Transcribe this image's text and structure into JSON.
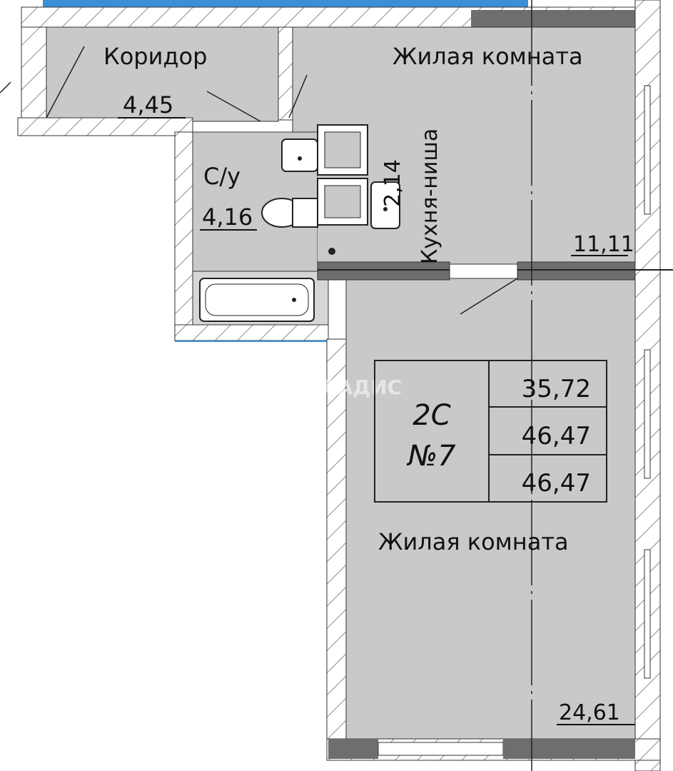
{
  "plan": {
    "corridor": {
      "name": "Коридор",
      "area": "4,45"
    },
    "living_top": {
      "name": "Жилая комната",
      "area": "11,11"
    },
    "bathroom": {
      "name": "С/у",
      "area": "4,16"
    },
    "kitchen": {
      "name": "Кухня-ниша",
      "area": "2,14"
    },
    "living_bottom": {
      "name": "Жилая комната",
      "area": "24,61"
    },
    "apartment": {
      "type": "2С",
      "number": "№7",
      "areas": [
        "35,72",
        "46,47",
        "46,47"
      ]
    },
    "watermark": "ВЛАДИС"
  },
  "colors": {
    "room_fill": "#c9c9c9",
    "wall_dark": "#6e6e6e",
    "accent_blue": "#3b8fd9"
  }
}
